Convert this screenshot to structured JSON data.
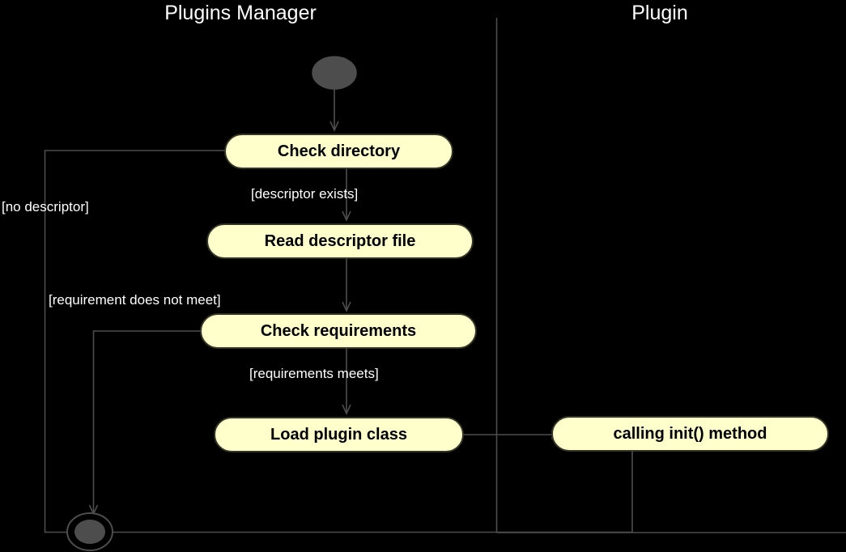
{
  "diagram": {
    "type": "uml-activity-diagram",
    "background_color": "#000000",
    "line_color": "#4d4d4d",
    "node_fill": "#ffffcc",
    "node_stroke": "#333326",
    "node_text_color": "#000000",
    "label_text_color": "#ffffff",
    "terminal_fill": "#4d4d4d"
  },
  "lanes": [
    {
      "name": "plugins-manager",
      "title": "Plugins Manager"
    },
    {
      "name": "plugin",
      "title": "Plugin"
    }
  ],
  "nodes": [
    {
      "name": "start-node",
      "kind": "initial",
      "label": ""
    },
    {
      "name": "check-directory",
      "kind": "action",
      "label": "Check directory"
    },
    {
      "name": "read-descriptor-file",
      "kind": "action",
      "label": "Read descriptor file"
    },
    {
      "name": "check-requirements",
      "kind": "action",
      "label": "Check requirements"
    },
    {
      "name": "load-plugin-class",
      "kind": "action",
      "label": "Load plugin class"
    },
    {
      "name": "calling-init-method",
      "kind": "action",
      "label": "calling init() method"
    },
    {
      "name": "end-node",
      "kind": "final",
      "label": ""
    }
  ],
  "guards": [
    {
      "name": "guard-no-descriptor",
      "label": "[no descriptor]"
    },
    {
      "name": "guard-descriptor-exists",
      "label": "[descriptor exists]"
    },
    {
      "name": "guard-requirement-does-not-meet",
      "label": "[requirement does not meet]"
    },
    {
      "name": "guard-requirements-meets",
      "label": "[requirements meets]"
    }
  ]
}
